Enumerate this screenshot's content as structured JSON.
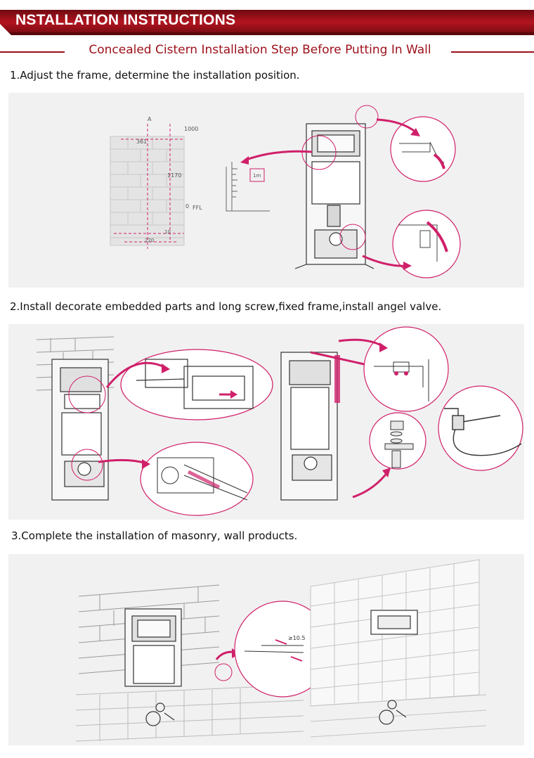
{
  "header": {
    "title": "NSTALLATION INSTRUCTIONS"
  },
  "subtitle": {
    "text": "Concealed Cistern Installation Step Before Putting In Wall"
  },
  "steps": [
    {
      "title": "1.Adjust the frame, determine the installation position.",
      "labels": {
        "a": "A",
        "w361": "361",
        "h1000": "1000",
        "h1170": "1170",
        "zero": "0",
        "ffl": "FFL",
        "w10": "10",
        "w220": "220",
        "m1": "1m"
      }
    },
    {
      "title": "2.Install decorate embedded parts and long screw,fixed frame,install angel valve."
    },
    {
      "title": "3.Complete the installation of masonry, wall products.",
      "labels": {
        "gap": "≥10.5"
      }
    }
  ],
  "colors": {
    "brand": "#9c1019",
    "accent": "#d0206a",
    "panel": "#f1f1f1"
  }
}
